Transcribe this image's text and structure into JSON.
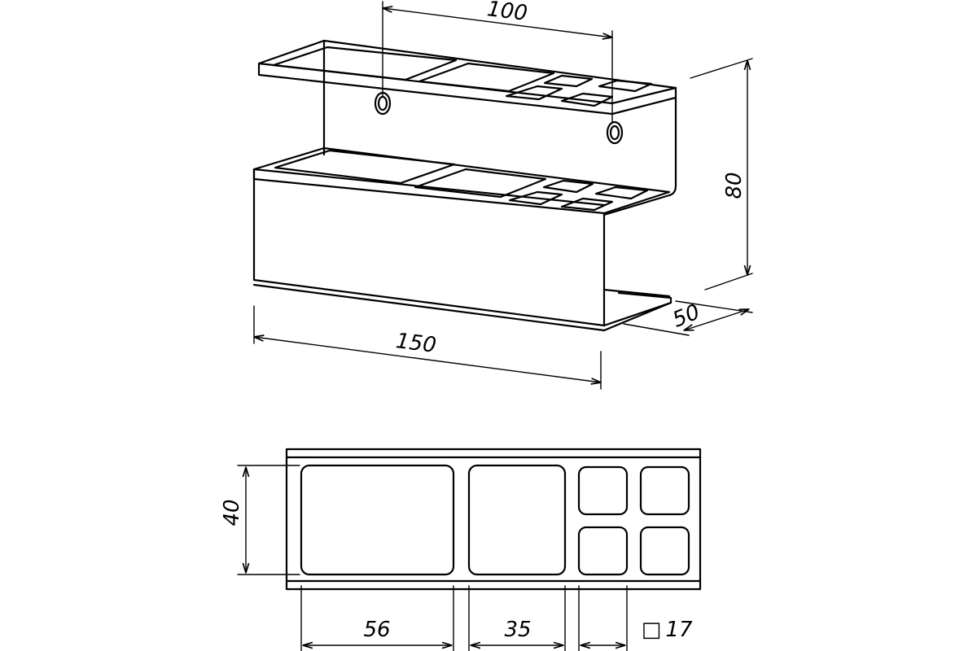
{
  "dimensions": {
    "hole_spacing": "100",
    "width": "150",
    "height": "80",
    "depth": "50",
    "inner_depth": "40",
    "large_slot": "56",
    "medium_slot": "35",
    "square_slot": "17"
  },
  "symbols": {
    "square": "□"
  }
}
